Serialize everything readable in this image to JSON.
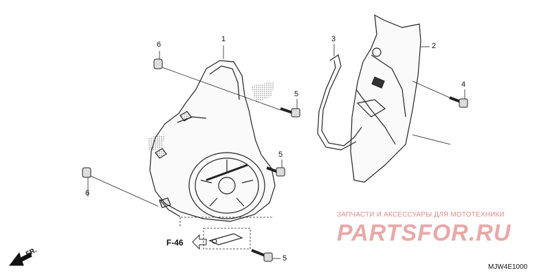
{
  "diagram": {
    "callouts": [
      {
        "id": "p1a",
        "text": "1"
      },
      {
        "id": "p2",
        "text": "2"
      },
      {
        "id": "p3",
        "text": "3"
      },
      {
        "id": "p4",
        "text": "4"
      },
      {
        "id": "p5a",
        "text": "5"
      },
      {
        "id": "p5b",
        "text": "5"
      },
      {
        "id": "p5c",
        "text": "5"
      },
      {
        "id": "p6a",
        "text": "6"
      },
      {
        "id": "p6b",
        "text": "6"
      }
    ],
    "reference": "F-46",
    "direction": "FR.",
    "drawing_code": "MJW4E1000"
  },
  "watermark": {
    "tagline": "ЗАПЧАСТИ И АКСЕССУАРЫ ДЛЯ МОТОТЕХНИКИ",
    "brand": "PARTSFOR.RU",
    "color": "#e9a9a9"
  },
  "colors": {
    "line": "#222222"
  }
}
